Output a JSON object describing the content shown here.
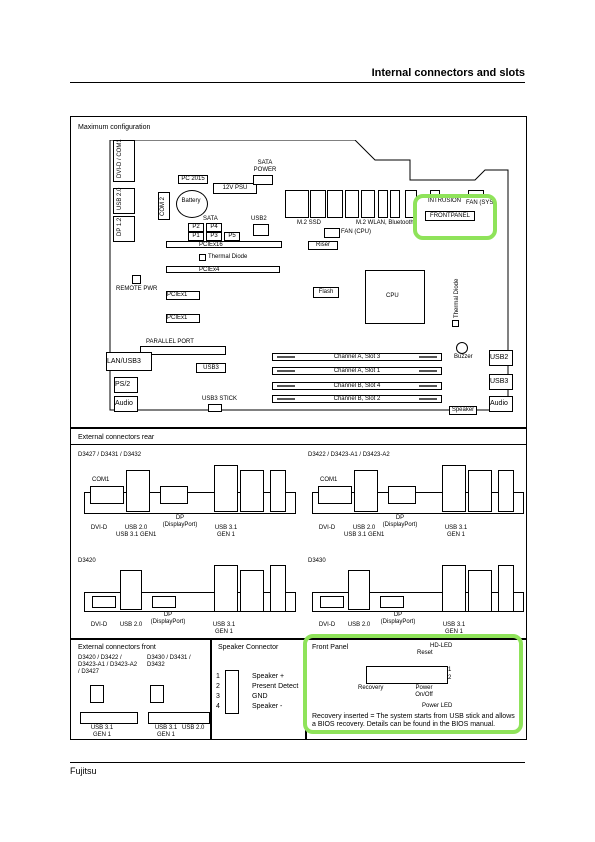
{
  "header": {
    "title": "Internal connectors and slots"
  },
  "footer": {
    "text": "Fujitsu"
  },
  "max": {
    "title": "Maximum configuration",
    "dvi_com": "DVI-D / COM1",
    "usb20": "USB 2.0",
    "dp": "DP 1.2",
    "com2": "COM 2",
    "pc2015": "PC 2015",
    "psu": "12V PSU",
    "sata_power": "SATA POWER",
    "battery": "Battery",
    "sata": "SATA",
    "p2": "P2",
    "p4": "P4",
    "p1": "P1",
    "p3": "P3",
    "p5": "P5",
    "usb2": "USB2",
    "m2ssd": "M.2 SSD",
    "m2wlan": "M.2 WLAN, Bluetooth",
    "intrusion": "INTRUSION",
    "fansys": "FAN (SYS)",
    "frontpanel": "FRONTPANEL",
    "fancpu": "FAN (CPU)",
    "pciex16": "PCIEx16",
    "riser": "Riser",
    "thermal": "Thermal Diode",
    "pciex4": "PCIEx4",
    "remote": "REMOTE PWR",
    "pciex1a": "PCIEx1",
    "flash": "Flash",
    "cpu": "CPU",
    "thermal2": "Thermal Diode",
    "pciex1b": "PCIEx1",
    "parallel": "PARALLEL PORT",
    "lan": "LAN/USB3",
    "usb3": "USB3",
    "ps2": "PS/2",
    "audio": "Audio",
    "usb3stick": "USB3 STICK",
    "chA3": "Channel A, Slot 3",
    "chA1": "Channel A, Slot 1",
    "chB4": "Channel B, Slot 4",
    "chB2": "Channel B, Slot 2",
    "buzzer": "Buzzer",
    "usb2r": "USB2",
    "usb3r": "USB3",
    "audior": "Audio",
    "speaker": "Speaker"
  },
  "rear": {
    "title": "External connectors rear",
    "p1": {
      "title": "D3427 / D3431 / D3432",
      "com": "COM1",
      "dvi": "DVI-D",
      "usb20": "USB 2.0",
      "usb31": "USB 3.1 GEN1",
      "dp": "DP (DisplayPort)",
      "usb31b": "USB 3.1 GEN 1"
    },
    "p2": {
      "title": "D3422 / D3423-A1 / D3423-A2",
      "com": "COM1",
      "dvi": "DVI-D",
      "usb20": "USB 2.0",
      "usb31": "USB 3.1 GEN1",
      "dp": "DP (DisplayPort)",
      "usb31b": "USB 3.1 GEN 1"
    },
    "p3": {
      "title": "D3420",
      "dvi": "DVI-D",
      "usb20": "USB 2.0",
      "dp": "DP (DisplayPort)",
      "usb31b": "USB 3.1 GEN 1"
    },
    "p4": {
      "title": "D3430",
      "dvi": "DVI-D",
      "usb20": "USB 2.0",
      "dp": "DP (DisplayPort)",
      "usb31b": "USB 3.1 GEN 1"
    }
  },
  "front": {
    "title": "External connectors front",
    "col1": "D3420 / D3422 / D3423-A1 / D3423-A2 / D3427",
    "col2": "D3430 / D3431 / D3432",
    "usb31": "USB 3.1 GEN 1",
    "usb31b": "USB 3.1 GEN 1",
    "usb20": "USB 2.0"
  },
  "speaker_conn": {
    "title": "Speaker Connector",
    "pins": [
      {
        "n": "1",
        "label": "Speaker +"
      },
      {
        "n": "2",
        "label": "Present Detect"
      },
      {
        "n": "3",
        "label": "GND"
      },
      {
        "n": "4",
        "label": "Speaker -"
      }
    ]
  },
  "front_panel": {
    "title": "Front Panel",
    "hdled": "HD-LED",
    "reset": "Reset",
    "recovery": "Recovery",
    "power": "Power On/Off",
    "powerled": "Power LED",
    "pin1": "1",
    "pin2": "2",
    "note": "Recovery inserted = The system starts from USB stick and allows a BIOS recovery. Details can be found in the BIOS manual."
  }
}
